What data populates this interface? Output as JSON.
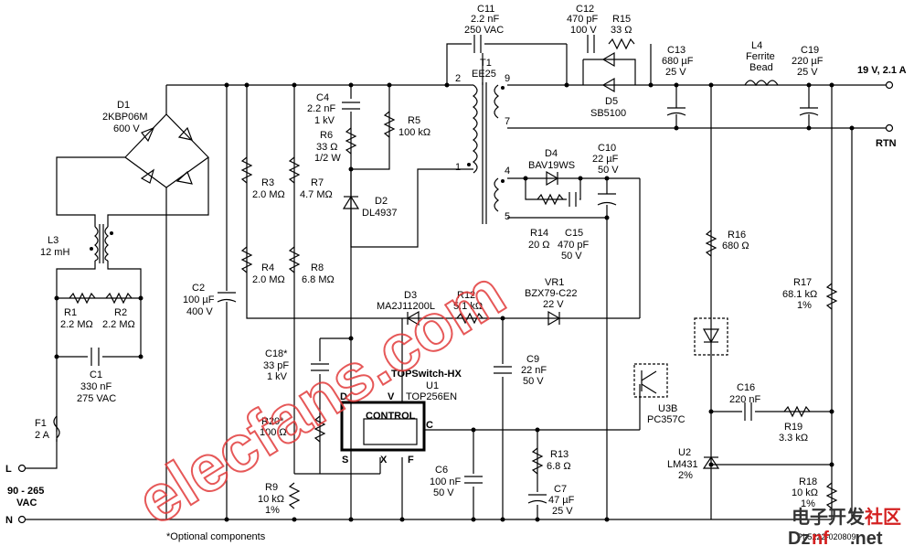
{
  "components": {
    "D1": {
      "ref": "D1",
      "part": "2KBP06M",
      "rating": "600 V"
    },
    "L3": {
      "ref": "L3",
      "value": "12 mH"
    },
    "R1": {
      "ref": "R1",
      "value": "2.2 MΩ"
    },
    "R2": {
      "ref": "R2",
      "value": "2.2 MΩ"
    },
    "C1": {
      "ref": "C1",
      "value": "330 nF",
      "rating": "275 VAC"
    },
    "F1": {
      "ref": "F1",
      "value": "2 A"
    },
    "C2": {
      "ref": "C2",
      "value": "100 µF",
      "rating": "400 V"
    },
    "R3": {
      "ref": "R3",
      "value": "2.0 MΩ"
    },
    "R4": {
      "ref": "R4",
      "value": "2.0 MΩ"
    },
    "R7": {
      "ref": "R7",
      "value": "4.7 MΩ"
    },
    "R8": {
      "ref": "R8",
      "value": "6.8 MΩ"
    },
    "C4": {
      "ref": "C4",
      "value": "2.2 nF",
      "rating": "1 kV"
    },
    "R6": {
      "ref": "R6",
      "value": "33 Ω",
      "rating": "1/2 W"
    },
    "R5": {
      "ref": "R5",
      "value": "100 kΩ"
    },
    "D2": {
      "ref": "D2",
      "part": "DL4937"
    },
    "C11": {
      "ref": "C11",
      "value": "2.2 nF",
      "rating": "250 VAC"
    },
    "T1": {
      "ref": "T1",
      "part": "EE25"
    },
    "C12": {
      "ref": "C12",
      "value": "470 pF",
      "rating": "100 V"
    },
    "R15": {
      "ref": "R15",
      "value": "33 Ω"
    },
    "D5": {
      "ref": "D5",
      "part": "SB5100"
    },
    "C13": {
      "ref": "C13",
      "value": "680 µF",
      "rating": "25 V"
    },
    "L4": {
      "ref": "L4",
      "value": "Ferrite",
      "value2": "Bead"
    },
    "C19": {
      "ref": "C19",
      "value": "220 µF",
      "rating": "25 V"
    },
    "D4": {
      "ref": "D4",
      "part": "BAV19WS"
    },
    "C10": {
      "ref": "C10",
      "value": "22 µF",
      "rating": "50 V"
    },
    "R14": {
      "ref": "R14",
      "value": "20 Ω"
    },
    "C15": {
      "ref": "C15",
      "value": "470 pF",
      "rating": "50 V"
    },
    "D3": {
      "ref": "D3",
      "part": "MA2J11200L"
    },
    "R12": {
      "ref": "R12",
      "value": "5.1 kΩ"
    },
    "VR1": {
      "ref": "VR1",
      "part": "BZX79-C22",
      "rating": "22 V"
    },
    "C18": {
      "ref": "C18*",
      "value": "33 pF",
      "rating": "1 kV"
    },
    "R20": {
      "ref": "R20*",
      "value": "100 Ω"
    },
    "R9": {
      "ref": "R9",
      "value": "10 kΩ",
      "rating": "1%"
    },
    "U1": {
      "family": "TOPSwitch-HX",
      "ref": "U1",
      "part": "TOP256EN",
      "block": "CONTROL"
    },
    "C9": {
      "ref": "C9",
      "value": "22 nF",
      "rating": "50 V"
    },
    "C6": {
      "ref": "C6",
      "value": "100 nF",
      "rating": "50 V"
    },
    "R13": {
      "ref": "R13",
      "value": "6.8 Ω"
    },
    "C7": {
      "ref": "C7",
      "value": "47 µF",
      "rating": "25 V"
    },
    "U3B": {
      "ref": "U3B",
      "part": "PC357C"
    },
    "R16": {
      "ref": "R16",
      "value": "680 Ω"
    },
    "R17": {
      "ref": "R17",
      "value": "68.1 kΩ",
      "rating": "1%"
    },
    "C16": {
      "ref": "C16",
      "value": "220 nF"
    },
    "R19": {
      "ref": "R19",
      "value": "3.3 kΩ"
    },
    "U2": {
      "ref": "U2",
      "part": "LM431",
      "rating": "2%"
    },
    "R18": {
      "ref": "R18",
      "value": "10 kΩ",
      "rating": "1%"
    }
  },
  "pins": {
    "d": "D",
    "v": "V",
    "s": "S",
    "x": "X",
    "f": "F",
    "c": "C",
    "t1": "1",
    "t2": "2",
    "t4": "4",
    "t5": "5",
    "t7": "7",
    "t9": "9"
  },
  "labels": {
    "output": "19 V, 2.1 A",
    "rtn": "RTN",
    "line": "L",
    "neutral": "N",
    "input_range": "90 - 265",
    "input_unit": "VAC",
    "optional": "*Optional components",
    "drawing_no": "PI-5222-020809"
  },
  "watermark": {
    "text": "elecfans.com",
    "site_a": "电子开发",
    "site_b": "社区",
    "site_c": "Dz",
    "site_d": "nf",
    "site_e": ".net",
    "color": "#e23b3b"
  }
}
